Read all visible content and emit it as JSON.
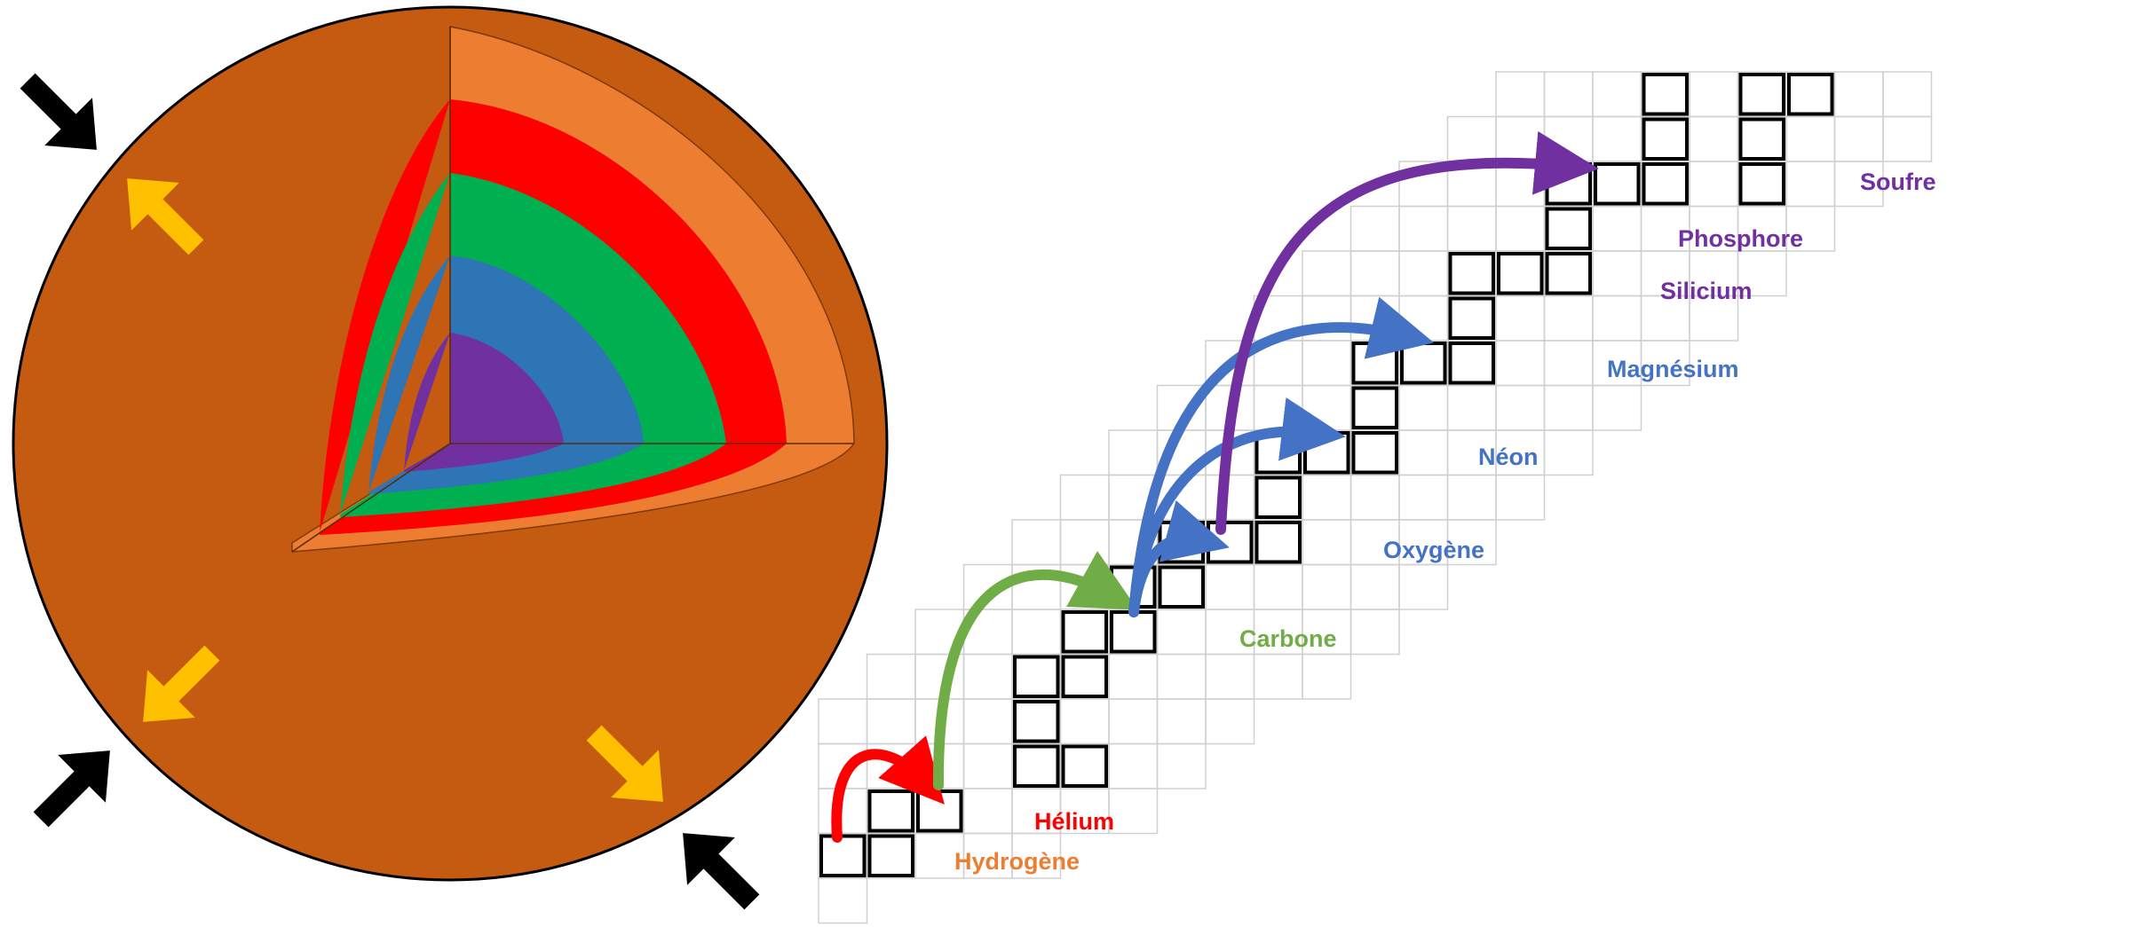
{
  "colors": {
    "star_surface": "#c55a11",
    "layer_envelope": "#ed7d31",
    "layer_red": "#ff0000",
    "layer_green": "#00b050",
    "layer_blue": "#2e75b6",
    "layer_core": "#7030a0",
    "arrow_yellow": "#ffc000",
    "arrow_black": "#000000",
    "grid_line": "#d0d0d0",
    "nucleus_box": "#000000"
  },
  "elements": [
    {
      "key": "hydrogene",
      "label": "Hydrogène",
      "color": "#ed7d31"
    },
    {
      "key": "helium",
      "label": "Hélium",
      "color": "#ff0000"
    },
    {
      "key": "carbone",
      "label": "Carbone",
      "color": "#70ad47"
    },
    {
      "key": "oxygene",
      "label": "Oxygène",
      "color": "#4472c4"
    },
    {
      "key": "neon",
      "label": "Néon",
      "color": "#4472c4"
    },
    {
      "key": "magnesium",
      "label": "Magnésium",
      "color": "#4472c4"
    },
    {
      "key": "silicium",
      "label": "Silicium",
      "color": "#7030a0"
    },
    {
      "key": "phosphore",
      "label": "Phosphore",
      "color": "#7030a0"
    },
    {
      "key": "soufre",
      "label": "Soufre",
      "color": "#7030a0"
    }
  ],
  "icons": {
    "inward_pressure": "black-arrow-icon",
    "outward_pressure": "yellow-arrow-icon"
  }
}
